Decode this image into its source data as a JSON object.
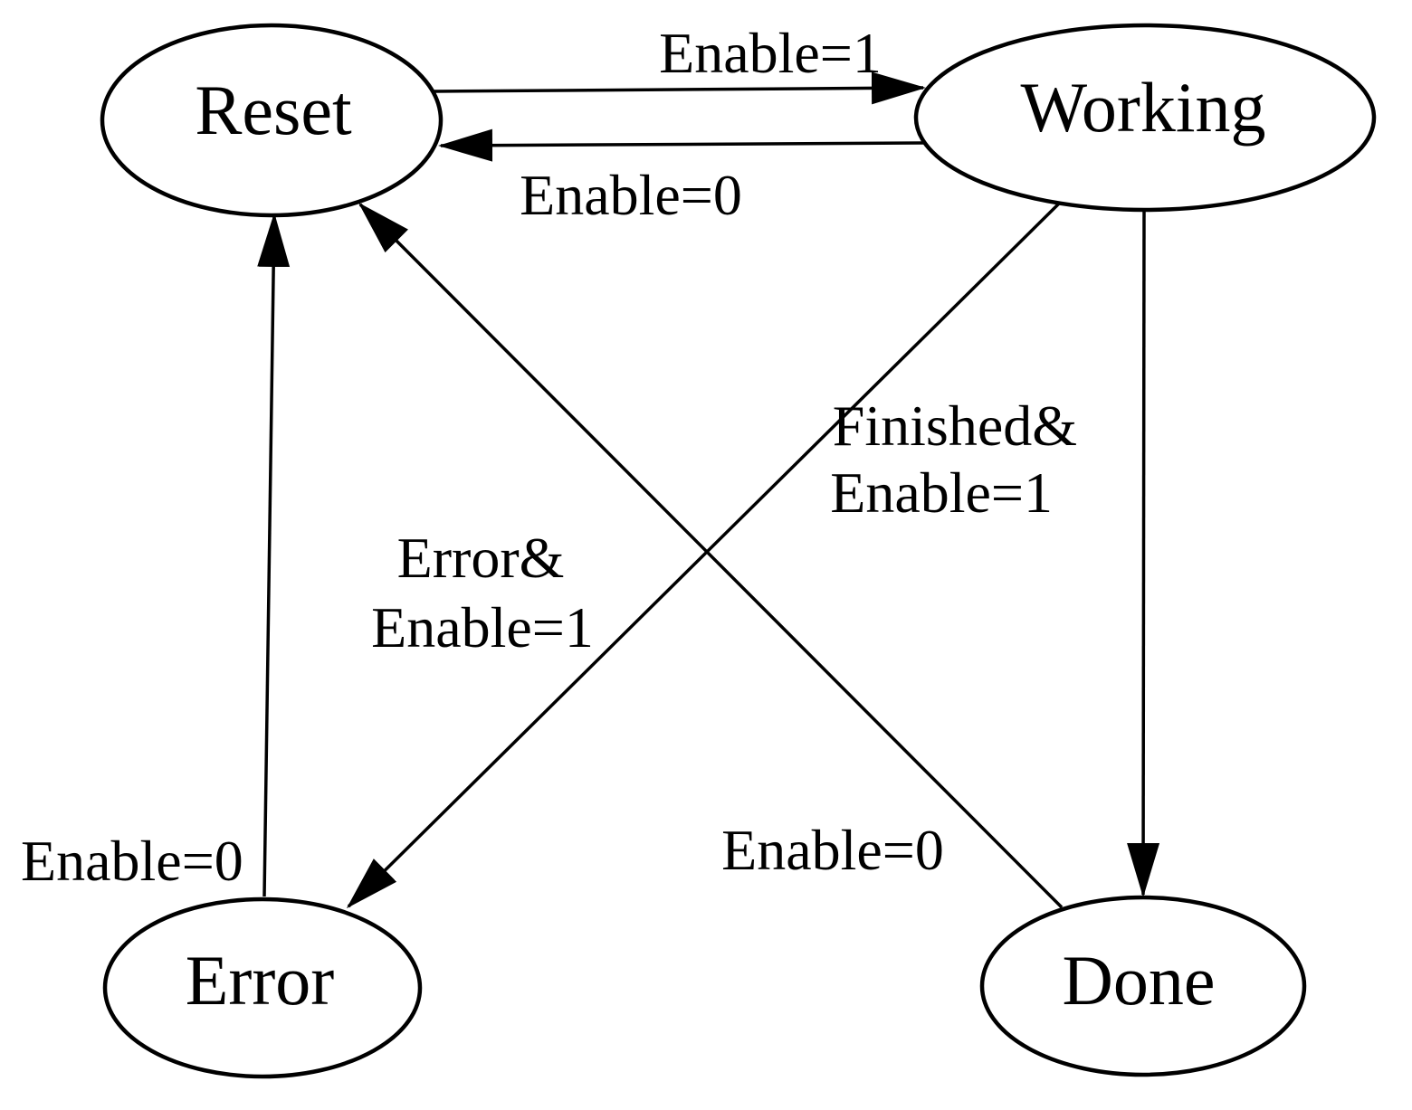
{
  "diagram": {
    "type": "finite-state-machine",
    "states": [
      {
        "id": "reset",
        "label": "Reset"
      },
      {
        "id": "working",
        "label": "Working"
      },
      {
        "id": "error",
        "label": "Error"
      },
      {
        "id": "done",
        "label": "Done"
      }
    ],
    "transitions": [
      {
        "from": "Reset",
        "to": "Working",
        "label": "Enable=1"
      },
      {
        "from": "Working",
        "to": "Reset",
        "label": "Enable=0"
      },
      {
        "from": "Error",
        "to": "Reset",
        "label": "Enable=0"
      },
      {
        "from": "Done",
        "to": "Reset",
        "label": "Enable=0"
      },
      {
        "from": "Working",
        "to": "Error",
        "label_line1": "Error&",
        "label_line2": "Enable=1"
      },
      {
        "from": "Working",
        "to": "Done",
        "label_line1": "Finished&",
        "label_line2": "Enable=1"
      }
    ],
    "colors": {
      "background": "#ffffff",
      "node_fill": "#ffffff",
      "stroke": "#000000",
      "text": "#000000"
    }
  }
}
